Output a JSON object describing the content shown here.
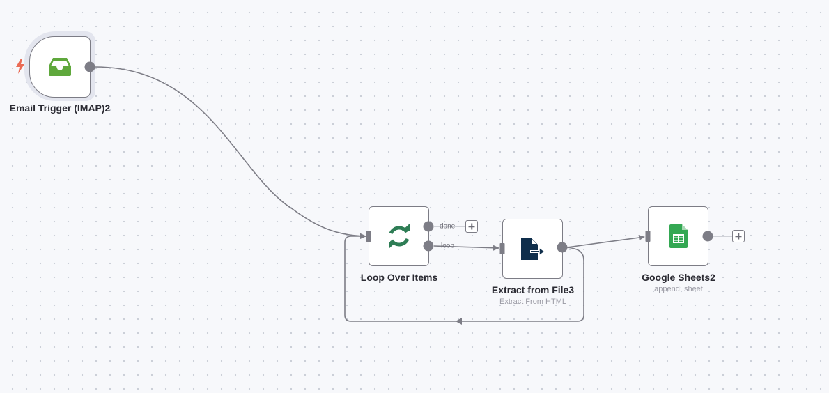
{
  "workflow": {
    "nodes": {
      "email_trigger": {
        "label": "Email Trigger (IMAP)2",
        "icon": "inbox-tray-icon",
        "icon_color": "#5fa83c",
        "trigger_icon": "lightning-bolt-icon",
        "trigger_color": "#ea6b55"
      },
      "loop": {
        "label": "Loop Over Items",
        "icon": "refresh-arrows-icon",
        "icon_color": "#2e7d55",
        "output_done_label": "done",
        "output_loop_label": "loop"
      },
      "extract": {
        "label": "Extract from File3",
        "subtitle": "Extract From HTML",
        "icon": "file-export-icon",
        "icon_color": "#0f2e4b"
      },
      "sheets": {
        "label": "Google Sheets2",
        "subtitle": "append: sheet",
        "icon": "google-sheets-icon",
        "icon_color": "#34a853"
      }
    },
    "connections": [
      {
        "from": "Email Trigger (IMAP)2",
        "to": "Loop Over Items"
      },
      {
        "from": "Loop Over Items",
        "output": "loop",
        "to": "Extract from File3"
      },
      {
        "from": "Extract from File3",
        "to": "Google Sheets2"
      },
      {
        "from": "Extract from File3",
        "to": "Loop Over Items"
      }
    ],
    "colors": {
      "edge": "#7d7d86",
      "node_border": "#7c7c85",
      "canvas_bg": "#f7f8fb"
    }
  }
}
